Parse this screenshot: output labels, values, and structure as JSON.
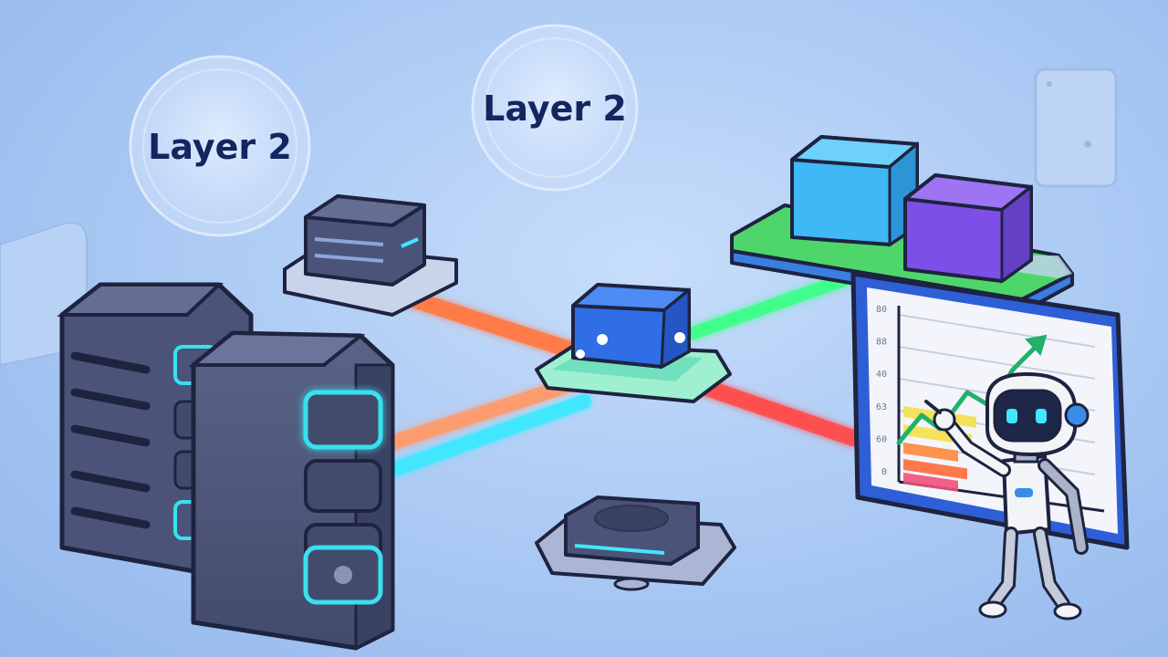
{
  "bubbles": [
    {
      "label": "Layer 2"
    },
    {
      "label": "Layer 2"
    }
  ],
  "chart_data": {
    "type": "bar",
    "title": "",
    "xlabel": "",
    "ylabel": "",
    "y_tick_labels": [
      "80",
      "88",
      "40",
      "63",
      "60",
      "0"
    ],
    "trend": "up"
  },
  "colors": {
    "background": "#a9c8f3",
    "server": "#4b5478",
    "server_dark": "#2e3452",
    "outline": "#1e2340",
    "glow_cyan": "#38e0f0",
    "link_orange": "#ff7a45",
    "link_red": "#ff4d4d",
    "link_green": "#3dff8a",
    "link_cyan": "#40e8ff",
    "cube_blue": "#2f6ee6",
    "cube_cyan": "#3fb8f5",
    "cube_purple": "#7d4fe6",
    "platform_green": "#4fd66a",
    "chart_arrow": "#22b06a"
  }
}
